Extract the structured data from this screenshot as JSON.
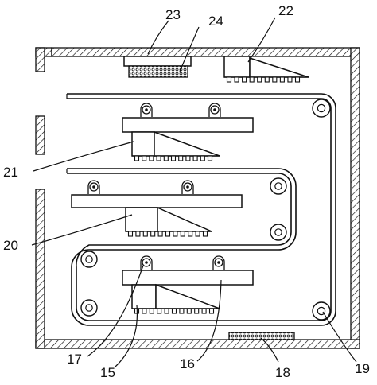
{
  "labels": {
    "l15": "15",
    "l16": "16",
    "l17": "17",
    "l18": "18",
    "l19": "19",
    "l20": "20",
    "l21": "21",
    "l22": "22",
    "l23": "23",
    "l24": "24"
  }
}
